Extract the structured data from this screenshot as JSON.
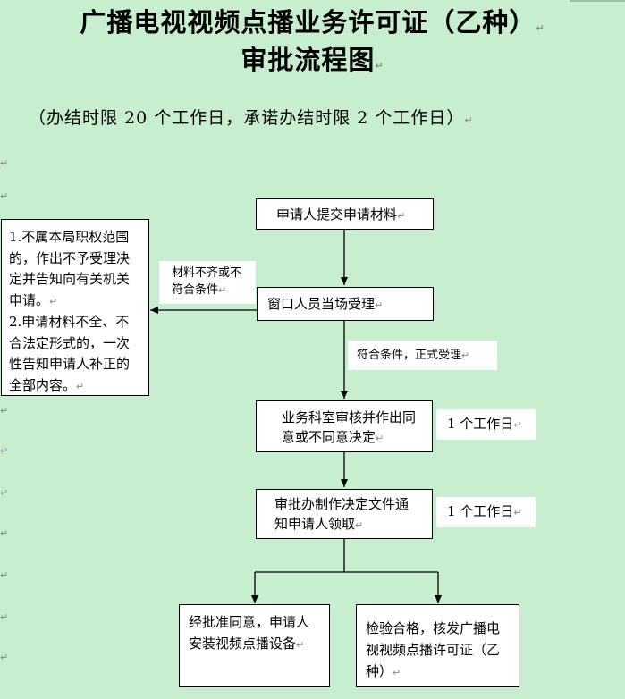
{
  "title": {
    "line1": "广播电视视频点播业务许可证（乙种）",
    "line2": "审批流程图"
  },
  "subtitle": "（办结时限 20 个工作日，承诺办结时限 2 个工作日）",
  "para_mark": "↵",
  "steps": {
    "submit": "申请人提交申请材料",
    "accept": "窗口人员当场受理",
    "review": "业务科室审核并作出同意或不同意决定",
    "issue": "审批办制作决定文件通知申请人领取"
  },
  "side_note": {
    "item1": "1.不属本局职权范围的，作出不予受理决定并告知向有关机关申请。",
    "item2": "2.申请材料不全、不合法定形式的，一次性告知申请人补正的全部内容。"
  },
  "labels": {
    "reject": "材料不齐或不符合条件",
    "formal_accept": "符合条件，正式受理",
    "time_review": "1 个工作日",
    "time_issue": "1 个工作日"
  },
  "outcomes": {
    "approve_install": "经批准同意，申请人安装视频点播设备",
    "license_issue": "检验合格，核发广播电视视频点播许可证（乙种）"
  }
}
